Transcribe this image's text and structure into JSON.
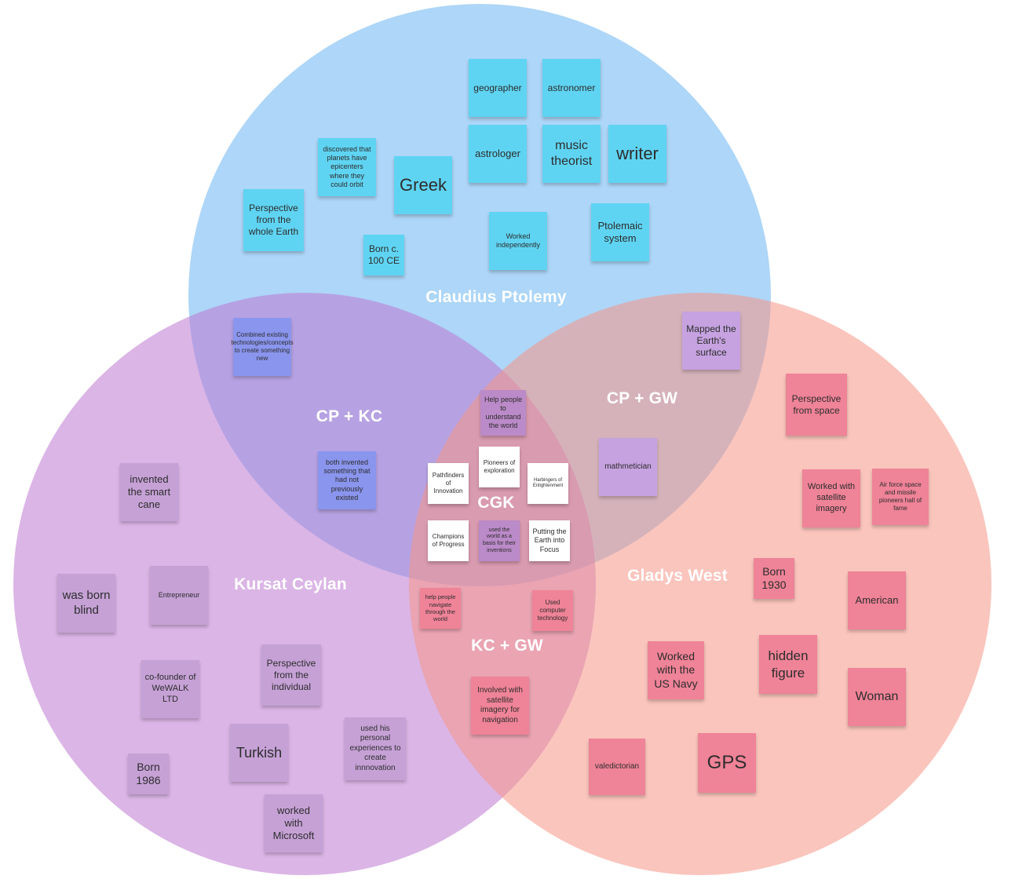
{
  "circles": {
    "cp": {
      "label": "Claudius Ptolemy",
      "color": "#6ab4f2"
    },
    "kc": {
      "label": "Kursat Ceylan",
      "color": "#be78d2"
    },
    "gw": {
      "label": "Gladys West",
      "color": "#f69687"
    }
  },
  "regions": {
    "cp_kc": "CP + KC",
    "cp_gw": "CP + GW",
    "kc_gw": "KC + GW",
    "cgk": "CGK"
  },
  "notes": {
    "cp": {
      "geographer": "geographer",
      "astronomer": "astronomer",
      "astrologer": "astrologer",
      "music_theorist": "music theorist",
      "writer": "writer",
      "discovered": "discovered that planets have epicenters where they could orbit",
      "greek": "Greek",
      "perspective": "Perspective from the whole Earth",
      "born": "Born c. 100 CE",
      "worked_independently": "Worked independently",
      "ptolemaic": "Ptolemaic system"
    },
    "cp_kc": {
      "combined": "Combined existing technologies/concepts to create something new",
      "both_invented": "both invented something that had not previously existed"
    },
    "cp_gw": {
      "mapped": "Mapped the Earth's surface",
      "mathmetician": "mathmetician"
    },
    "cgk": {
      "help_understand": "Help people to understand the world",
      "pioneers": "Pioneers of exploration",
      "pathfinders": "Pathfinders of Innovation",
      "harbingers": "Harbingers of Enlightenment",
      "champions": "Champions of Progress",
      "used_world": "used the world as a basis for their inventions",
      "putting_earth": "Putting the Earth into Focus"
    },
    "kc_gw": {
      "help_navigate": "help people navigate through the world",
      "used_computer": "Used computer technology",
      "involved_satellite": "Involved with satellite imagery for navigation"
    },
    "kc": {
      "smart_cane": "invented the smart cane",
      "born_blind": "was born blind",
      "entrepreneur": "Entrepreneur",
      "cofounder": "co-founder of WeWALK LTD",
      "perspective": "Perspective from the individual",
      "turkish": "Turkish",
      "used_personal": "used his personal experiences to create innnovation",
      "born": "Born 1986",
      "microsoft": "worked with Microsoft"
    },
    "gw": {
      "perspective": "Perspective from space",
      "satellite": "Worked with satellite imagery",
      "airforce": "Air force space and missile pioneers hall of fame",
      "born": "Born 1930",
      "american": "American",
      "navy": "Worked with the US Navy",
      "hidden": "hidden figure",
      "woman": "Woman",
      "valedictorian": "valedictorian",
      "gps": "GPS"
    }
  }
}
